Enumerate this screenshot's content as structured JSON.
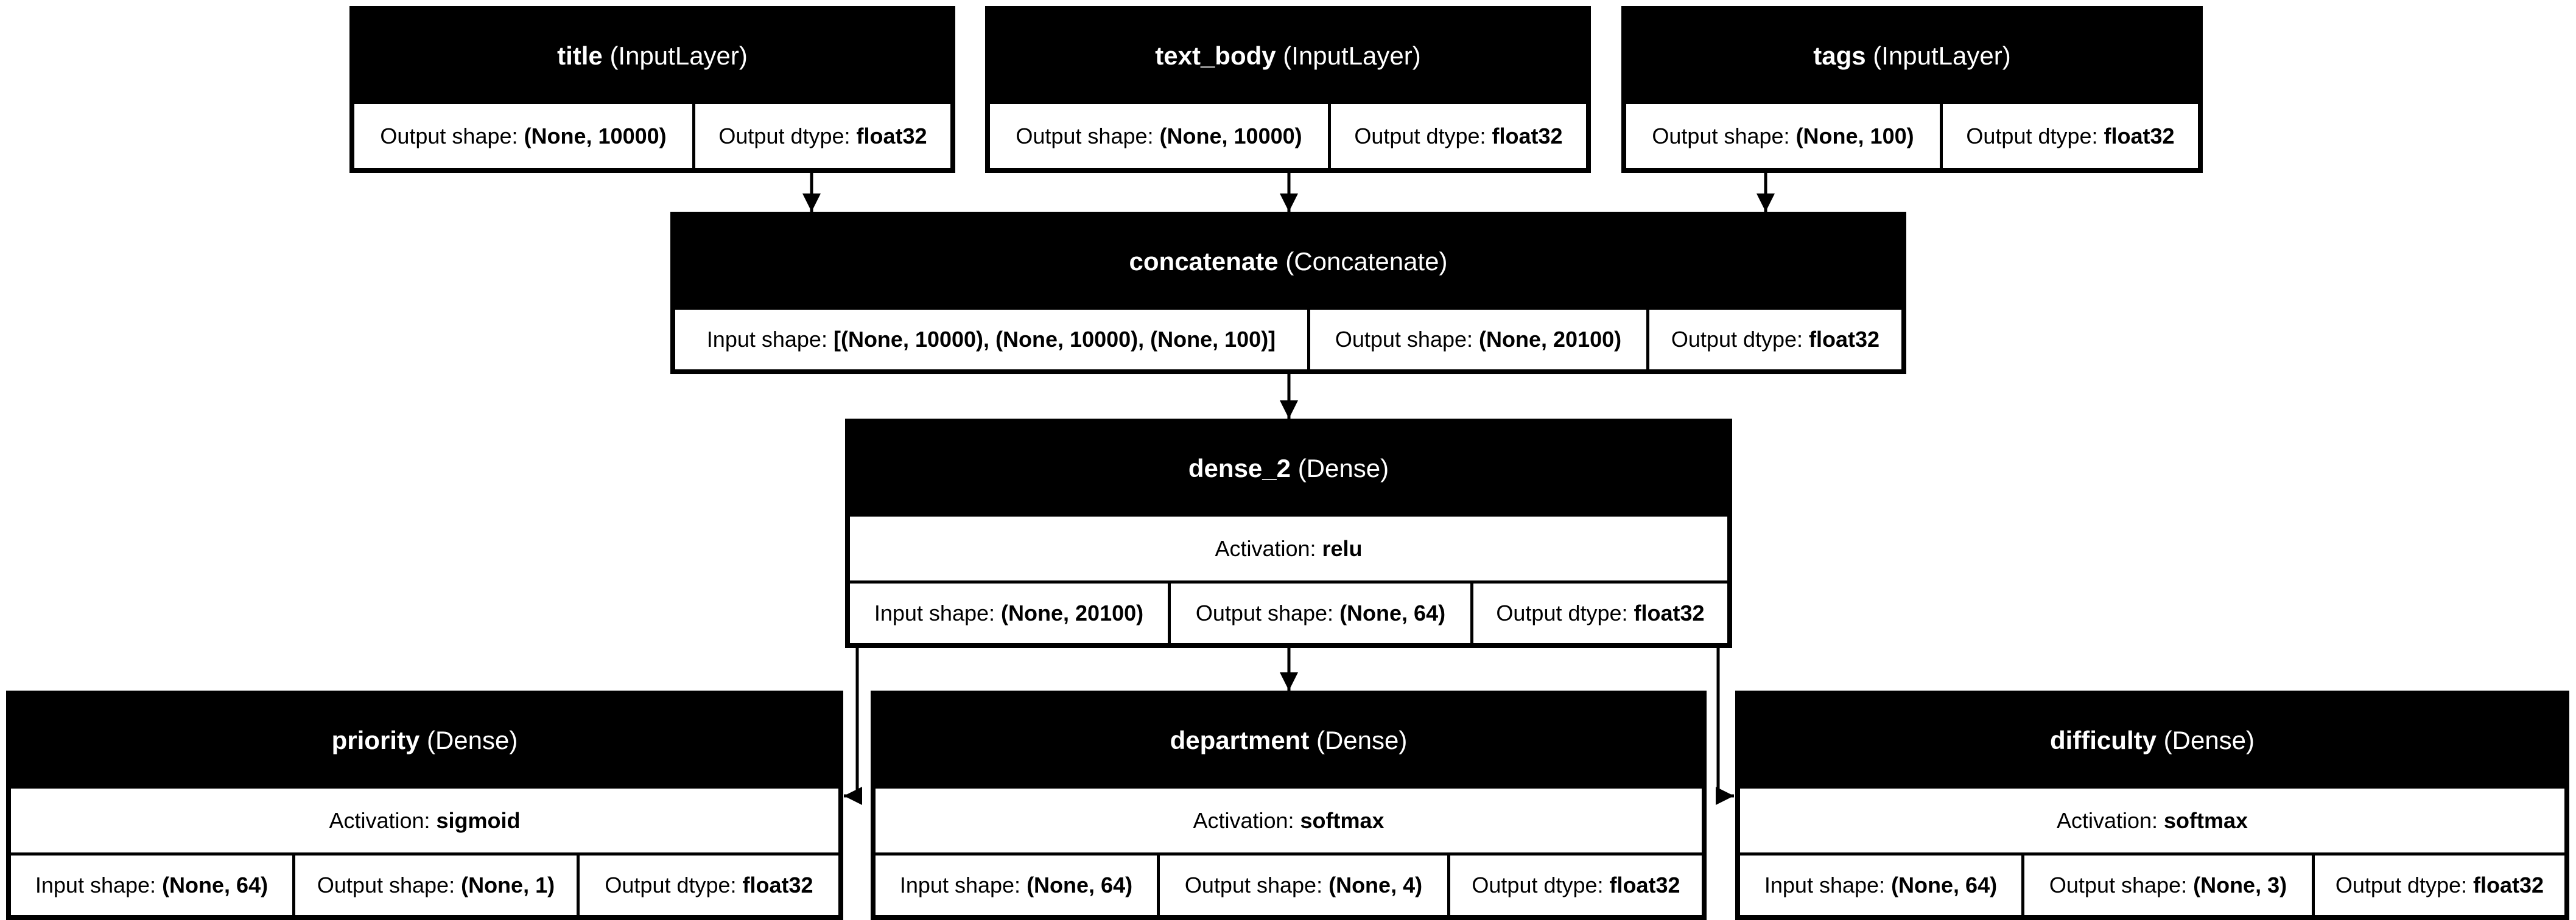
{
  "nodes": {
    "title": {
      "name": "title",
      "type": "(InputLayer)",
      "out_shape_label": "Output shape:",
      "out_shape": "(None, 10000)",
      "out_dtype_label": "Output dtype:",
      "out_dtype": "float32"
    },
    "text_body": {
      "name": "text_body",
      "type": "(InputLayer)",
      "out_shape_label": "Output shape:",
      "out_shape": "(None, 10000)",
      "out_dtype_label": "Output dtype:",
      "out_dtype": "float32"
    },
    "tags": {
      "name": "tags",
      "type": "(InputLayer)",
      "out_shape_label": "Output shape:",
      "out_shape": "(None, 100)",
      "out_dtype_label": "Output dtype:",
      "out_dtype": "float32"
    },
    "concatenate": {
      "name": "concatenate",
      "type": "(Concatenate)",
      "in_shape_label": "Input shape:",
      "in_shape": "[(None, 10000), (None, 10000), (None, 100)]",
      "out_shape_label": "Output shape:",
      "out_shape": "(None, 20100)",
      "out_dtype_label": "Output dtype:",
      "out_dtype": "float32"
    },
    "dense_2": {
      "name": "dense_2",
      "type": "(Dense)",
      "activation_label": "Activation:",
      "activation": "relu",
      "in_shape_label": "Input shape:",
      "in_shape": "(None, 20100)",
      "out_shape_label": "Output shape:",
      "out_shape": "(None, 64)",
      "out_dtype_label": "Output dtype:",
      "out_dtype": "float32"
    },
    "priority": {
      "name": "priority",
      "type": "(Dense)",
      "activation_label": "Activation:",
      "activation": "sigmoid",
      "in_shape_label": "Input shape:",
      "in_shape": "(None, 64)",
      "out_shape_label": "Output shape:",
      "out_shape": "(None, 1)",
      "out_dtype_label": "Output dtype:",
      "out_dtype": "float32"
    },
    "department": {
      "name": "department",
      "type": "(Dense)",
      "activation_label": "Activation:",
      "activation": "softmax",
      "in_shape_label": "Input shape:",
      "in_shape": "(None, 64)",
      "out_shape_label": "Output shape:",
      "out_shape": "(None, 4)",
      "out_dtype_label": "Output dtype:",
      "out_dtype": "float32"
    },
    "difficulty": {
      "name": "difficulty",
      "type": "(Dense)",
      "activation_label": "Activation:",
      "activation": "softmax",
      "in_shape_label": "Input shape:",
      "in_shape": "(None, 64)",
      "out_shape_label": "Output shape:",
      "out_shape": "(None, 3)",
      "out_dtype_label": "Output dtype:",
      "out_dtype": "float32"
    }
  },
  "edges": [
    {
      "from": "title",
      "to": "concatenate"
    },
    {
      "from": "text_body",
      "to": "concatenate"
    },
    {
      "from": "tags",
      "to": "concatenate"
    },
    {
      "from": "concatenate",
      "to": "dense_2"
    },
    {
      "from": "dense_2",
      "to": "priority"
    },
    {
      "from": "dense_2",
      "to": "department"
    },
    {
      "from": "dense_2",
      "to": "difficulty"
    }
  ]
}
